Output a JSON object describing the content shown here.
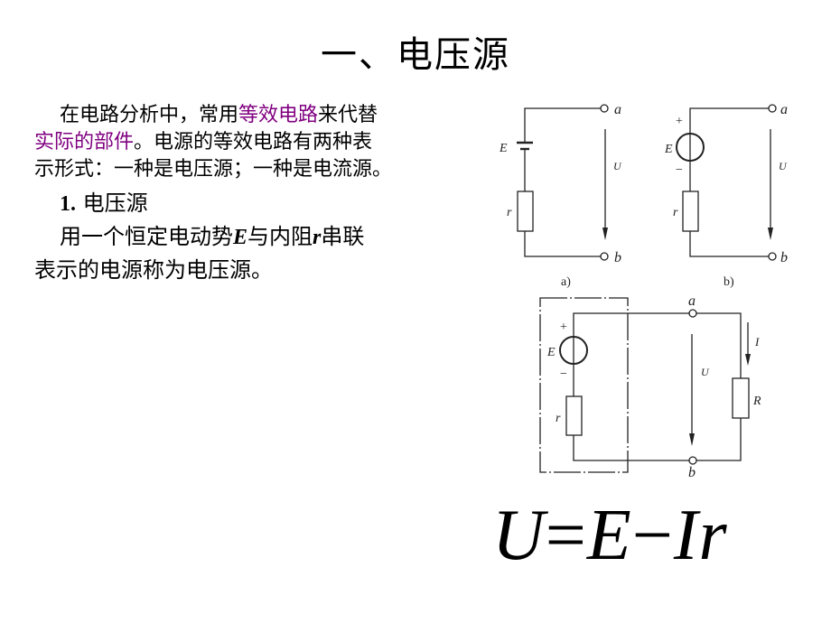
{
  "slide": {
    "title": "一、电压源",
    "intro": {
      "line1_a": "在电路分析中，常用",
      "line1_highlight": "等效电路",
      "line1_b": "来代替",
      "line2_highlight": "实际的部件",
      "line2_b": "。电源的等效电路有两种表",
      "line3": "示形式：一种是电压源；一种是电流源。"
    },
    "section": {
      "number": "1.",
      "heading": "电压源",
      "def_a": "用一个恒定电动势",
      "def_E": "E",
      "def_b": "与内阻",
      "def_r": "r",
      "def_c": "串联",
      "def_line2": "表示的电源称为电压源。"
    },
    "highlight_color": "#800080",
    "diagrams": {
      "a": {
        "caption": "a)",
        "E": "E",
        "r": "r",
        "U": "U",
        "node_a": "a",
        "node_b": "b"
      },
      "b": {
        "caption": "b)",
        "E": "E",
        "r": "r",
        "U": "U",
        "node_a": "a",
        "node_b": "b",
        "plus": "+",
        "minus": "−"
      },
      "c": {
        "E": "E",
        "r": "r",
        "U": "U",
        "I": "I",
        "R": "R",
        "node_a": "a",
        "node_b": "b",
        "plus": "+",
        "minus": "−"
      }
    },
    "formula": {
      "U": "U",
      "eq": "=",
      "E": "E",
      "minus": "−",
      "Ir": "Ir"
    }
  }
}
